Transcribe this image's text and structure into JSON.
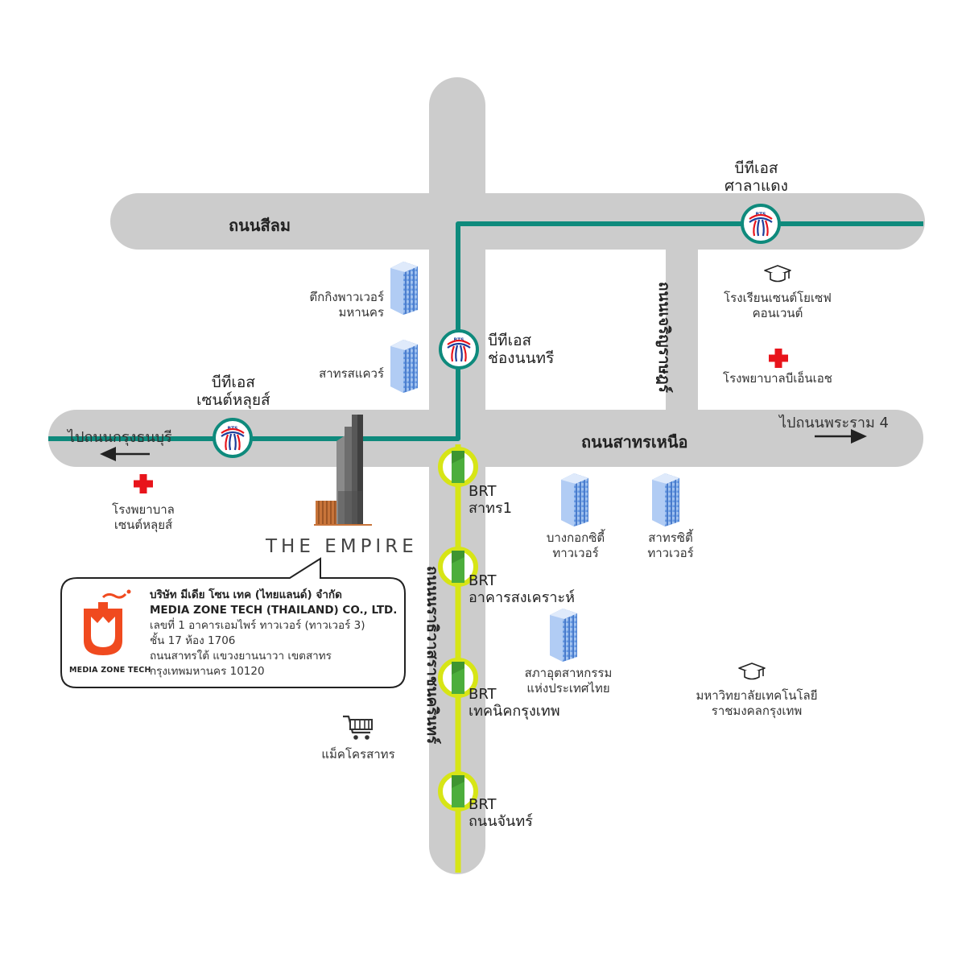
{
  "roads": {
    "silom": "ถนนสีลม",
    "sathorn_nuea": "ถนนสาทรเหนือ",
    "charoen_rat": "ถนนเจริญราษฎร์",
    "narathiwat": "ถนนนราธิวาสราชนครินทร์"
  },
  "directions": {
    "left": "ไปถนนกรุงธนบุรี",
    "right": "ไปถนนพระราม 4"
  },
  "bts_stations": [
    {
      "line1": "บีทีเอส",
      "line2": "ศาลาแดง"
    },
    {
      "line1": "บีทีเอส",
      "line2": "ช่องนนทรี"
    },
    {
      "line1": "บีทีเอส",
      "line2": "เซนต์หลุยส์"
    }
  ],
  "bts_badge": "BTS",
  "brt_stations": [
    {
      "line1": "BRT",
      "line2": "สาทร1"
    },
    {
      "line1": "BRT",
      "line2": "อาคารสงเคราะห์"
    },
    {
      "line1": "BRT",
      "line2": "เทคนิคกรุงเทพ"
    },
    {
      "line1": "BRT",
      "line2": "ถนนจันทร์"
    }
  ],
  "landmarks": {
    "kasikorn": {
      "line1": "ตึกกิงพาวเวอร์",
      "line2": "มหานคร"
    },
    "sathorn_square": {
      "line1": "สาทรสแควร์"
    },
    "st_joseph": {
      "line1": "โรงเรียนเซนต์โยเซฟ",
      "line2": "คอนเวนต์"
    },
    "bnh": {
      "line1": "โรงพยาบาลบีเอ็นเอช"
    },
    "st_louis_hospital": {
      "line1": "โรงพยาบาล",
      "line2": "เซนต์หลุยส์"
    },
    "bangkok_city_tower": {
      "line1": "บางกอกซิตี้",
      "line2": "ทาวเวอร์"
    },
    "sathorn_city_tower": {
      "line1": "สาทรซิตี้",
      "line2": "ทาวเวอร์"
    },
    "fti": {
      "line1": "สภาอุตสาหกรรม",
      "line2": "แห่งประเทศไทย"
    },
    "rmutk": {
      "line1": "มหาวิทยาลัยเทคโนโลยี",
      "line2": "ราชมงคลกรุงเทพ"
    },
    "makro": {
      "line1": "แม็คโครสาทร"
    }
  },
  "empire": "THE EMPIRE",
  "company": {
    "name_th": "บริษัท มีเดีย โซน เทค (ไทยแลนด์) จำกัด",
    "name_en": "MEDIA ZONE TECH (THAILAND) CO., LTD.",
    "addr1": "เลขที่ 1 อาคารเอมไพร์ ทาวเวอร์ (ทาวเวอร์ 3)",
    "addr2": "ชั้น 17 ห้อง 1706",
    "addr3": "ถนนสาทรใต้ แขวงยานนาวา เขตสาทร",
    "addr4": "กรุงเทพมหานคร 10120",
    "logo_text": "MEDIA ZONE TECH"
  },
  "colors": {
    "road": "#cccccc",
    "bts_line": "#0e8a7c",
    "brt_line": "#d7e516",
    "brt_marker": "#4cae3c",
    "hospital": "#e8141b",
    "building": "#6a9be0",
    "logo": "#f04a1f",
    "arrow": "#222222"
  },
  "icons": [
    "hospital-cross-icon",
    "graduation-cap-icon",
    "shopping-cart-icon",
    "building-icon",
    "arrow-left-icon",
    "arrow-right-icon",
    "bts-logo-icon"
  ]
}
